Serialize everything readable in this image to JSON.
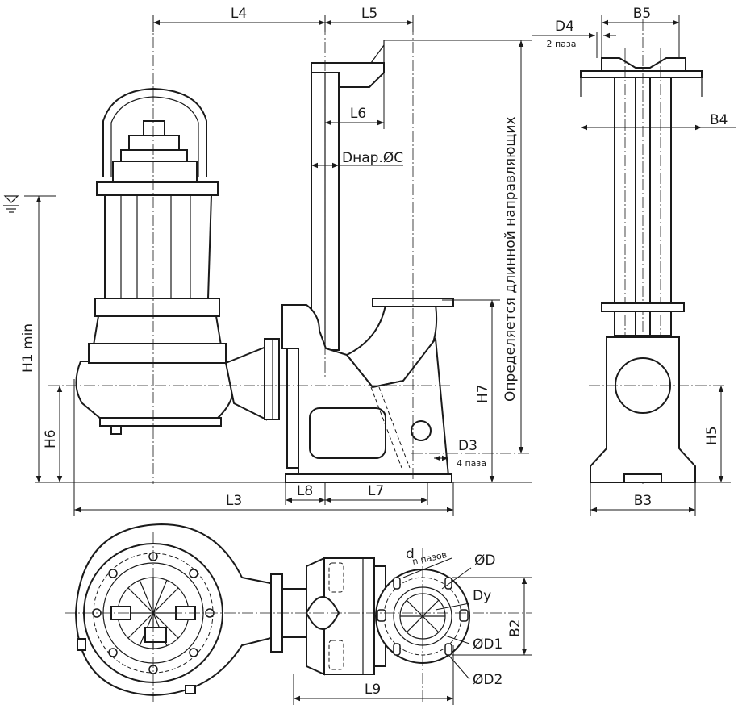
{
  "labels": {
    "L4": "L4",
    "L5": "L5",
    "L6": "L6",
    "L3": "L3",
    "L8": "L8",
    "L7": "L7",
    "L9": "L9",
    "D4": "D4",
    "D4_note": "2 паза",
    "B5": "B5",
    "B4": "B4",
    "B3": "B3",
    "B2": "B2",
    "H1": "H1 min",
    "H6": "H6",
    "H7": "H7",
    "H5": "H5",
    "D3": "D3",
    "D3_note": "4 паза",
    "Dnar": "Dнар.ØC",
    "guide_note": "Определяется длинной направляющих",
    "d": "d",
    "n_note": "n пазов",
    "OD": "ØD",
    "Dy": "Dy",
    "OD1": "ØD1",
    "OD2": "ØD2"
  }
}
